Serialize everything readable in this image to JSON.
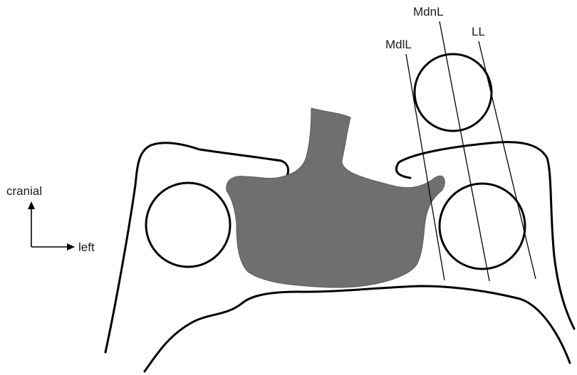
{
  "labels": {
    "mdnl": "MdnL",
    "ll": "LL",
    "mdil": "MdlL",
    "cranial": "cranial",
    "left": "left"
  },
  "colors": {
    "outline": "#000000",
    "vertebra_fill": "#6f6f6f",
    "background": "#ffffff"
  }
}
